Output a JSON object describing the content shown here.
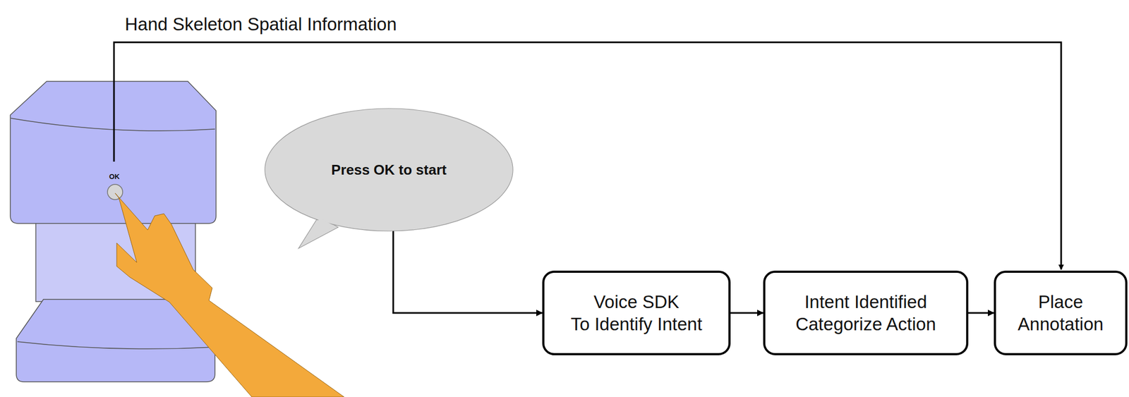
{
  "diagram": {
    "nodes": [
      {
        "text": [
          "Press OK to start"
        ]
      },
      {
        "text": [
          "Voice SDK To Identify Intent"
        ]
      },
      {
        "text": [
          "Intent Identified Categorize Action"
        ]
      },
      {
        "text": [
          "Place Annotation"
        ]
      }
    ],
    "edges": [
      {
        "from": 0,
        "to": 1,
        "arrow": "to"
      },
      {
        "from": 1,
        "to": 2,
        "arrow": "to"
      },
      {
        "from": 2,
        "to": 3,
        "arrow": "to"
      }
    ],
    "labels": [
      "Hand Skeleton Spatial Information",
      "OK"
    ]
  }
}
